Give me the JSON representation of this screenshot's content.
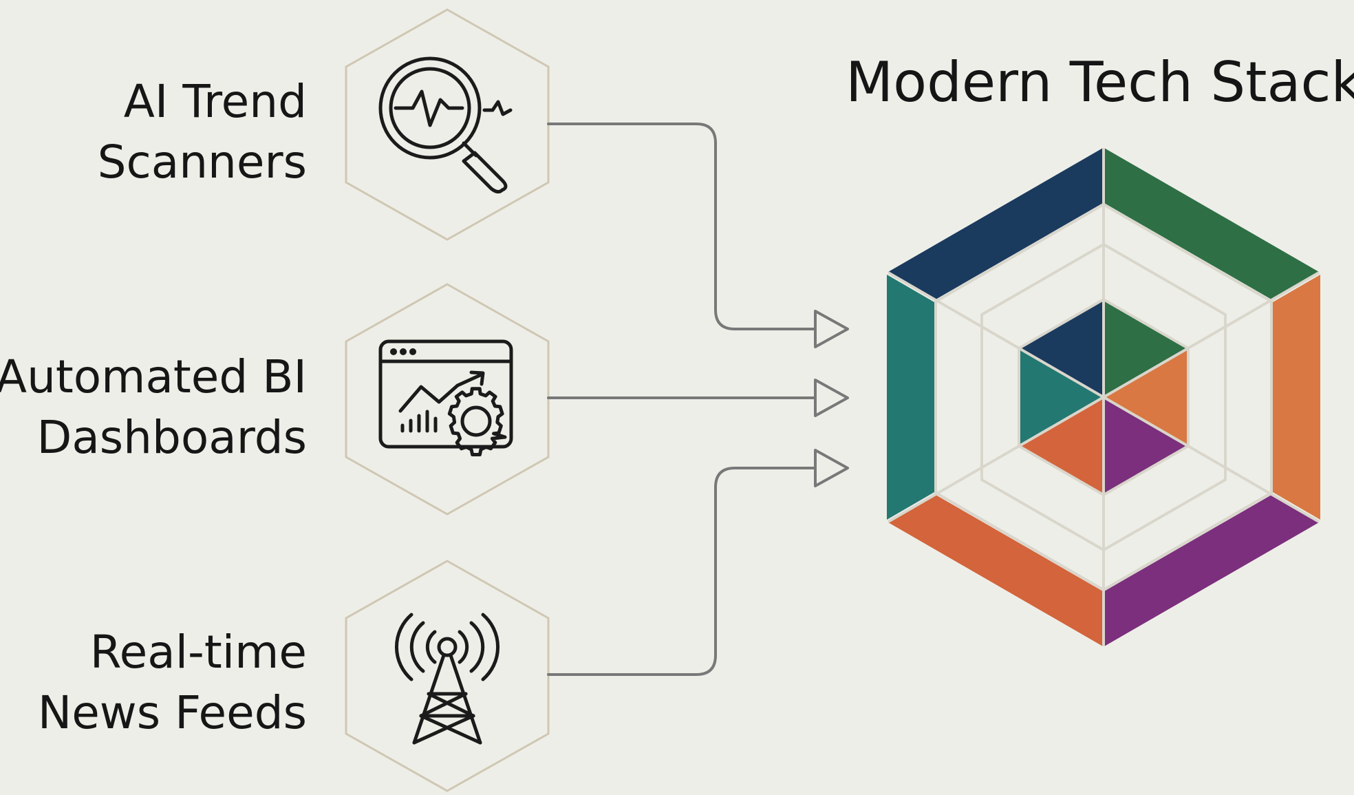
{
  "inputs": [
    {
      "label_lines": [
        "AI Trend",
        "Scanners"
      ],
      "icon": "magnifier-with-signal-icon"
    },
    {
      "label_lines": [
        "Automated BI",
        "Dashboards"
      ],
      "icon": "dashboard-chart-gear-icon"
    },
    {
      "label_lines": [
        "Real-time",
        "News Feeds"
      ],
      "icon": "broadcast-tower-icon"
    }
  ],
  "stack": {
    "title": "Modern Tech Stack",
    "segment_colors": [
      "#1a3a5e",
      "#2e6f45",
      "#d97842",
      "#7b2f7c",
      "#d3643b",
      "#237872"
    ]
  },
  "colors": {
    "background": "#eeeee8",
    "hex_outline": "#cfc7b3",
    "connector": "#787878",
    "text": "#161616"
  }
}
